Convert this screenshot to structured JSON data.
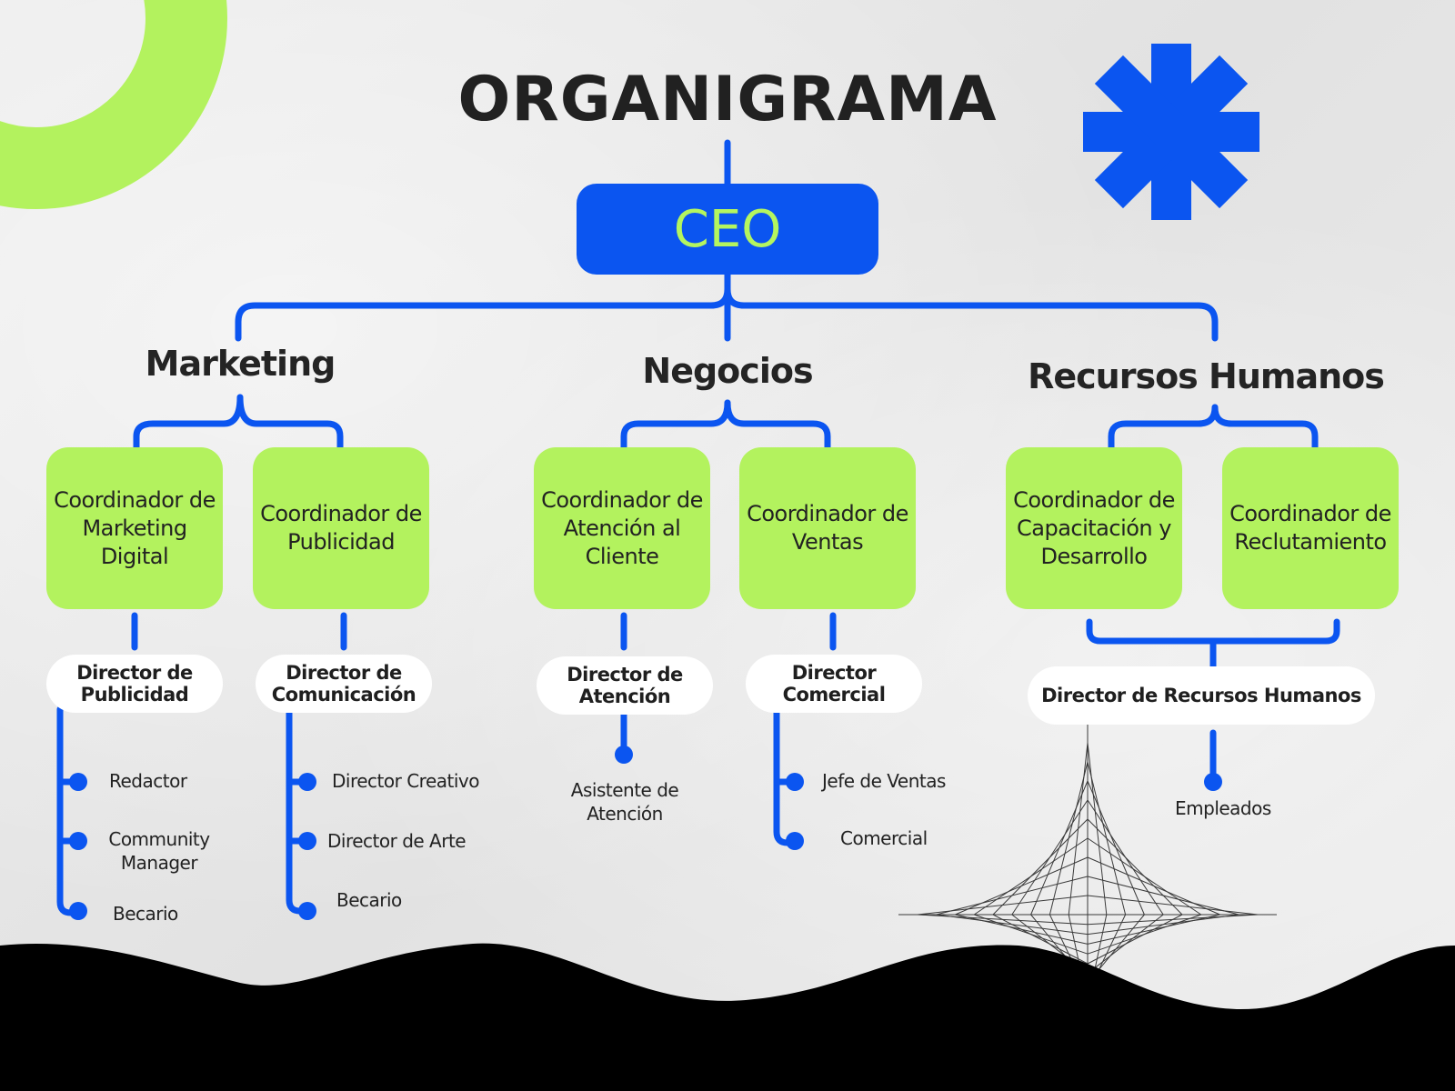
{
  "title": "ORGANIGRAMA",
  "ceo": "CEO",
  "colors": {
    "blue": "#0b55f0",
    "green": "#b3f25e",
    "ceo_text": "#b4f55f",
    "background": "#e9e9e9",
    "wave": "#000000"
  },
  "icons": [
    "asterisk-icon",
    "green-ring-decoration",
    "string-art-decoration",
    "wave-decoration"
  ],
  "departments": [
    {
      "name": "Marketing",
      "coordinators": [
        {
          "label": "Coordinador de Marketing Digital",
          "director": "Director de Publicidad",
          "reports": [
            "Redactor",
            "Community Manager",
            "Becario"
          ]
        },
        {
          "label": "Coordinador de Publicidad",
          "director": "Director de Comunicación",
          "reports": [
            "Director Creativo",
            "Director de Arte",
            "Becario"
          ]
        }
      ]
    },
    {
      "name": "Negocios",
      "coordinators": [
        {
          "label": "Coordinador de Atención al Cliente",
          "director": "Director de Atención",
          "reports": [
            "Asistente de Atención"
          ]
        },
        {
          "label": "Coordinador de Ventas",
          "director": "Director Comercial",
          "reports": [
            "Jefe de Ventas",
            "Comercial"
          ]
        }
      ]
    },
    {
      "name": "Recursos Humanos",
      "coordinators": [
        {
          "label": "Coordinador de Capacitación y Desarrollo"
        },
        {
          "label": "Coordinador de Reclutamiento"
        }
      ],
      "shared_director": "Director de Recursos Humanos",
      "reports": [
        "Empleados"
      ]
    }
  ]
}
